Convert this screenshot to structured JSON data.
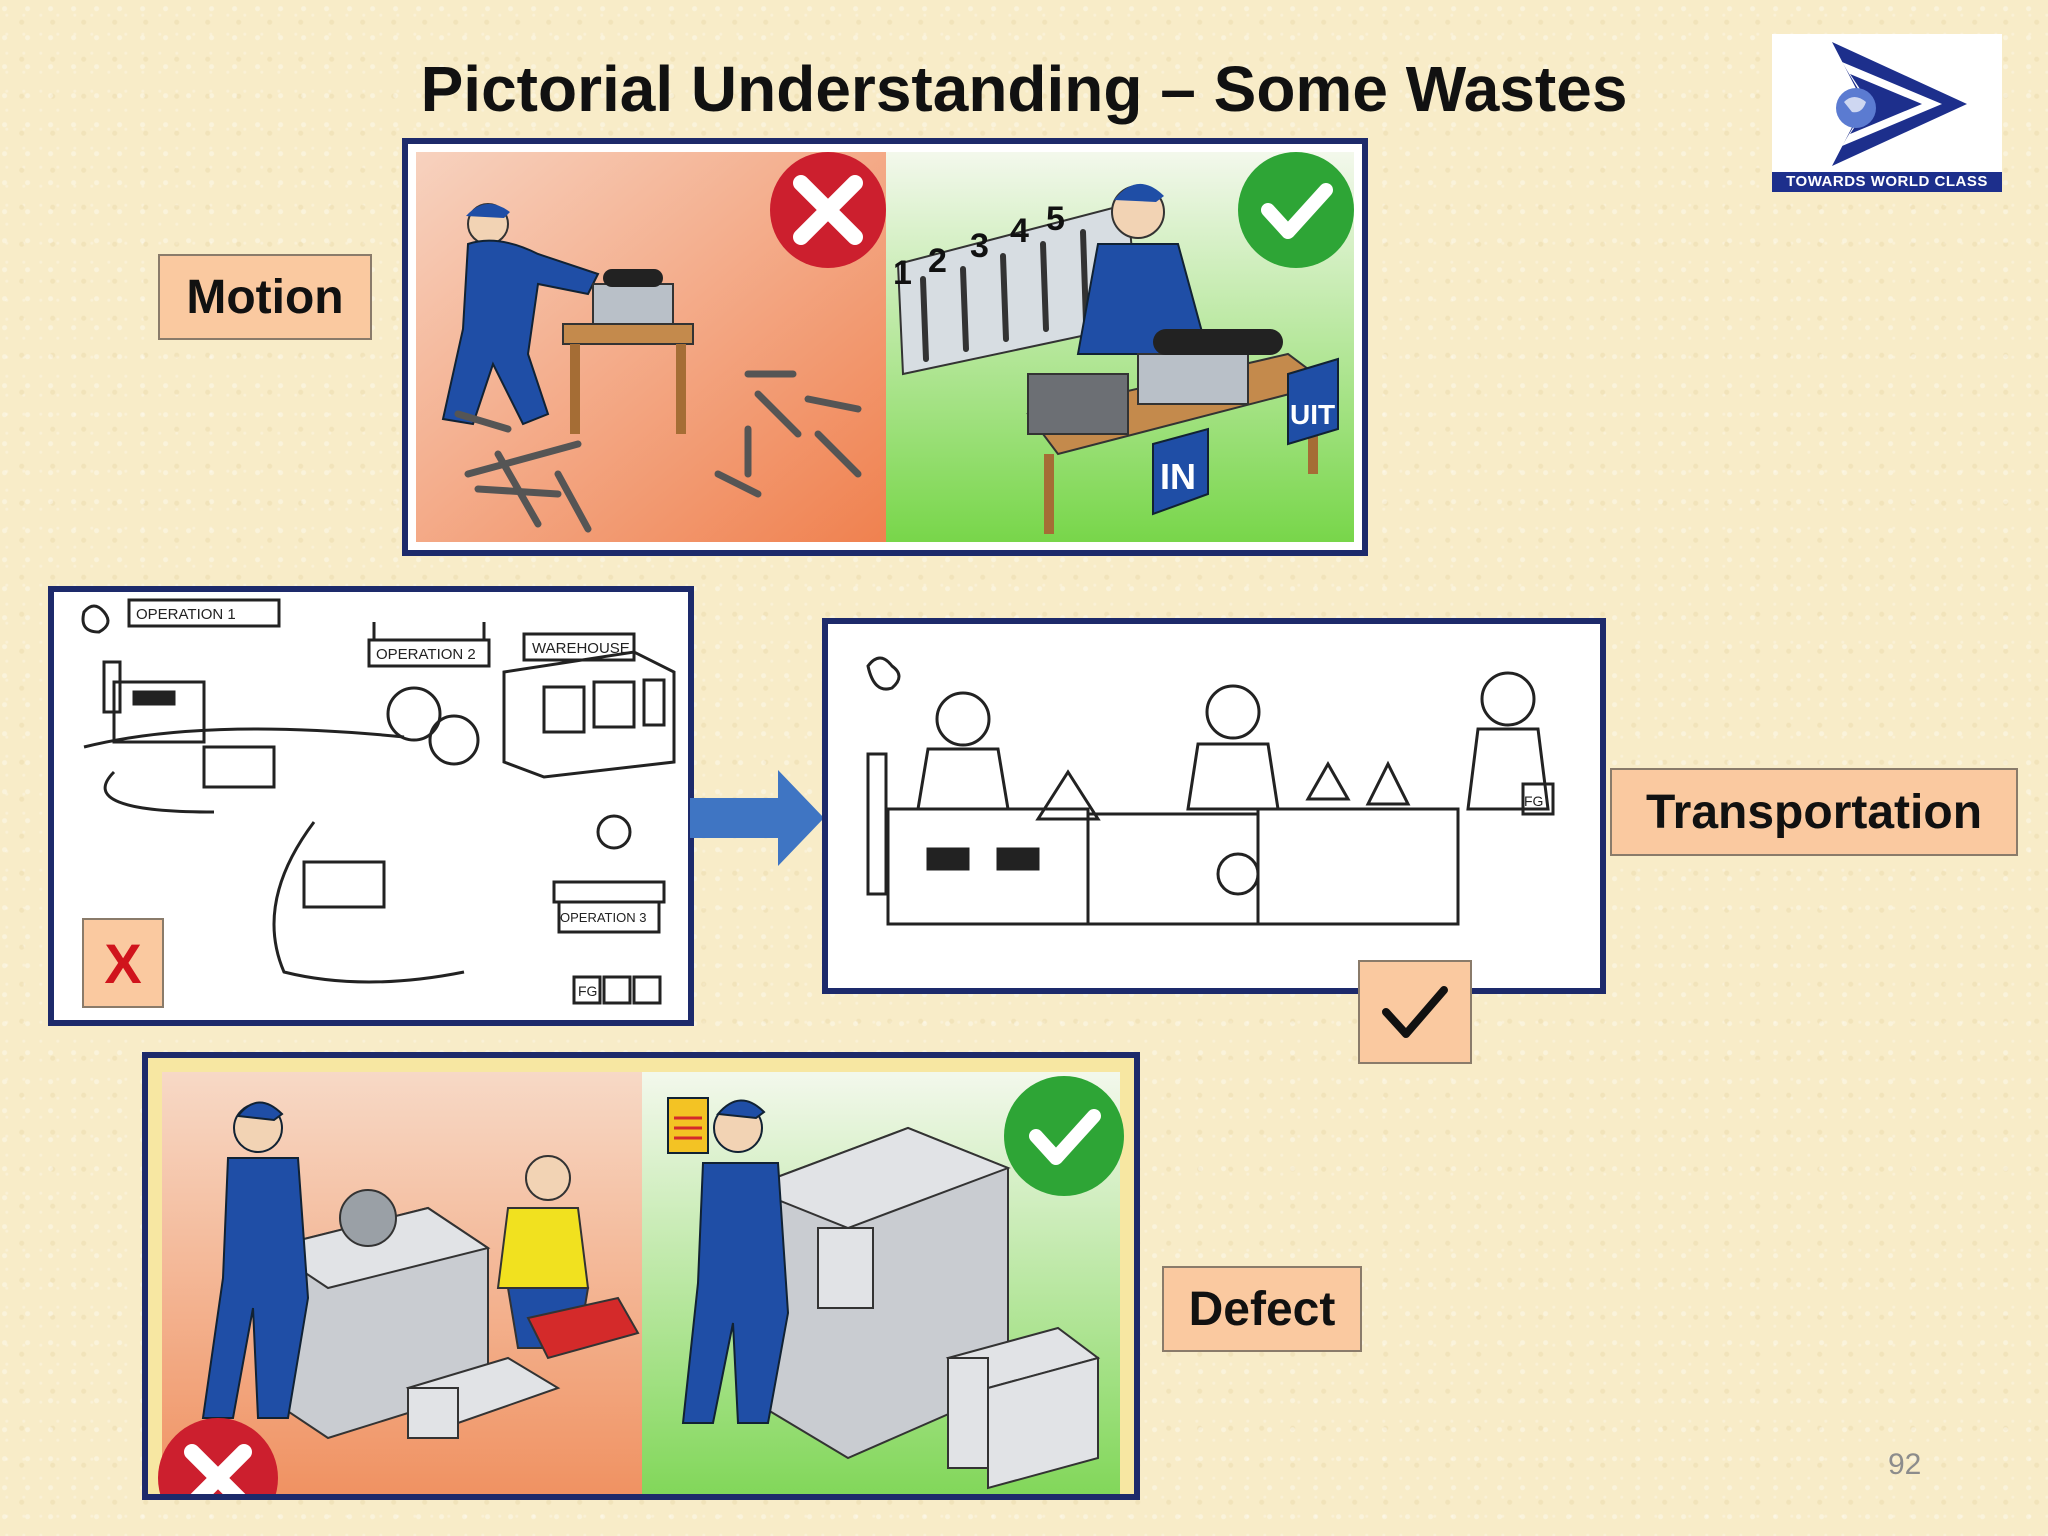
{
  "slide": {
    "title": "Pictorial Understanding – Some Wastes",
    "page_number": "92"
  },
  "logo": {
    "caption": "TOWARDS WORLD CLASS",
    "icon": "arrow-globe-logo"
  },
  "labels": {
    "motion": "Motion",
    "transportation": "Transportation",
    "defect": "Defect",
    "wrong_mark": "X"
  },
  "motion_panel": {
    "tool_numbers": [
      "1",
      "2",
      "3",
      "4",
      "5"
    ],
    "in_label": "IN",
    "out_label": "UIT"
  },
  "transport_bad_panel": {
    "signs": [
      "OPERATION 1",
      "OPERATION 2",
      "WAREHOUSE",
      "OPERATION 3"
    ],
    "box_label": "FG"
  },
  "transport_good_panel": {
    "box_label": "FG"
  },
  "colors": {
    "frame": "#1d2a6b",
    "label_fill": "#fac9a0",
    "bad_red": "#cc1f2e",
    "good_green": "#2ea536",
    "arrow_blue": "#3f75c3",
    "worker_blue": "#1f4ea6"
  }
}
